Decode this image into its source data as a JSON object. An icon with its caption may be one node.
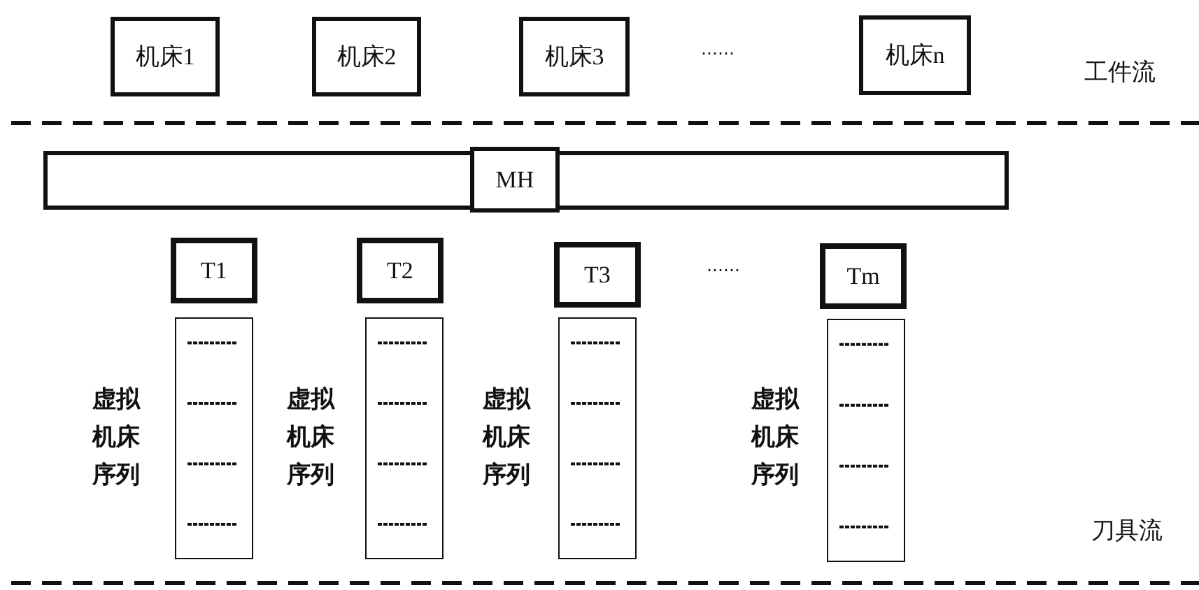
{
  "diagram": {
    "nodes": [
      {
        "text": [
          "机床1"
        ]
      },
      {
        "text": [
          "机床2"
        ]
      },
      {
        "text": [
          "机床3"
        ]
      },
      {
        "text": [
          "机床n"
        ]
      },
      {
        "text": [],
        "shape": "bar"
      },
      {
        "text": [
          "MH"
        ]
      },
      {
        "text": [
          "T1"
        ]
      },
      {
        "text": [
          "T2"
        ]
      },
      {
        "text": [
          "T3"
        ]
      },
      {
        "text": [
          "Tm"
        ]
      },
      {
        "text": [],
        "shape": "box"
      },
      {
        "text": [],
        "shape": "box"
      },
      {
        "text": [],
        "shape": "box"
      },
      {
        "text": [],
        "shape": "box"
      }
    ],
    "labels": [
      "……",
      "工件流",
      "……",
      "虚拟机床序列",
      "虚拟机床序列",
      "虚拟机床序列",
      "虚拟机床序列",
      "刀具流"
    ]
  }
}
